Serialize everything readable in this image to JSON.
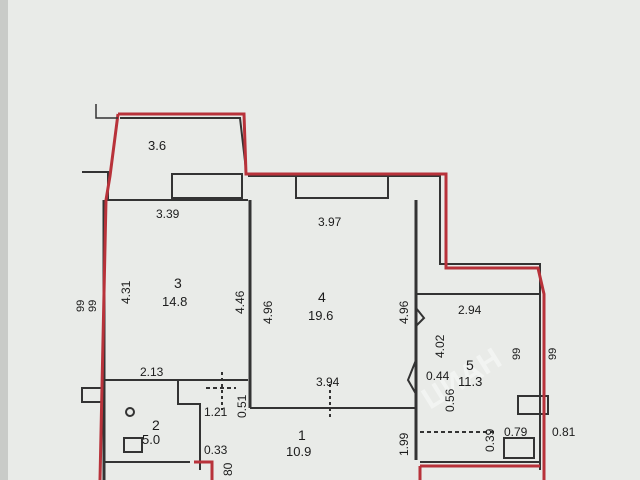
{
  "plan": {
    "colors": {
      "paper": "#e9ebe8",
      "wall": "#303030",
      "outline": "#b8323a",
      "text": "#1c1c1c"
    },
    "balcony_area": "3.6",
    "rooms": [
      {
        "number": "1",
        "area": "10.9"
      },
      {
        "number": "2",
        "area": "5.0"
      },
      {
        "number": "3",
        "area": "14.8"
      },
      {
        "number": "4",
        "area": "19.6"
      },
      {
        "number": "5",
        "area": "11.3"
      }
    ],
    "dimensions": {
      "d339": "3.39",
      "d397": "3.97",
      "d431": "4.31",
      "d446": "4.46",
      "d496a": "4.96",
      "d496b": "4.96",
      "d294": "2.94",
      "d402": "4.02",
      "d213": "2.13",
      "d394": "3.94",
      "d044": "0.44",
      "d056": "0.56",
      "d121": "1.21",
      "d051": "0.51",
      "d033": "0.33",
      "d080": "80",
      "d199": "1.99",
      "d039": "0.39",
      "d079": "0.79",
      "d081": "0.81"
    },
    "side_marks": {
      "left_top": "99",
      "left_mid": "99",
      "right_a": "99",
      "right_b": "99"
    },
    "watermark": "ЦИАН"
  }
}
